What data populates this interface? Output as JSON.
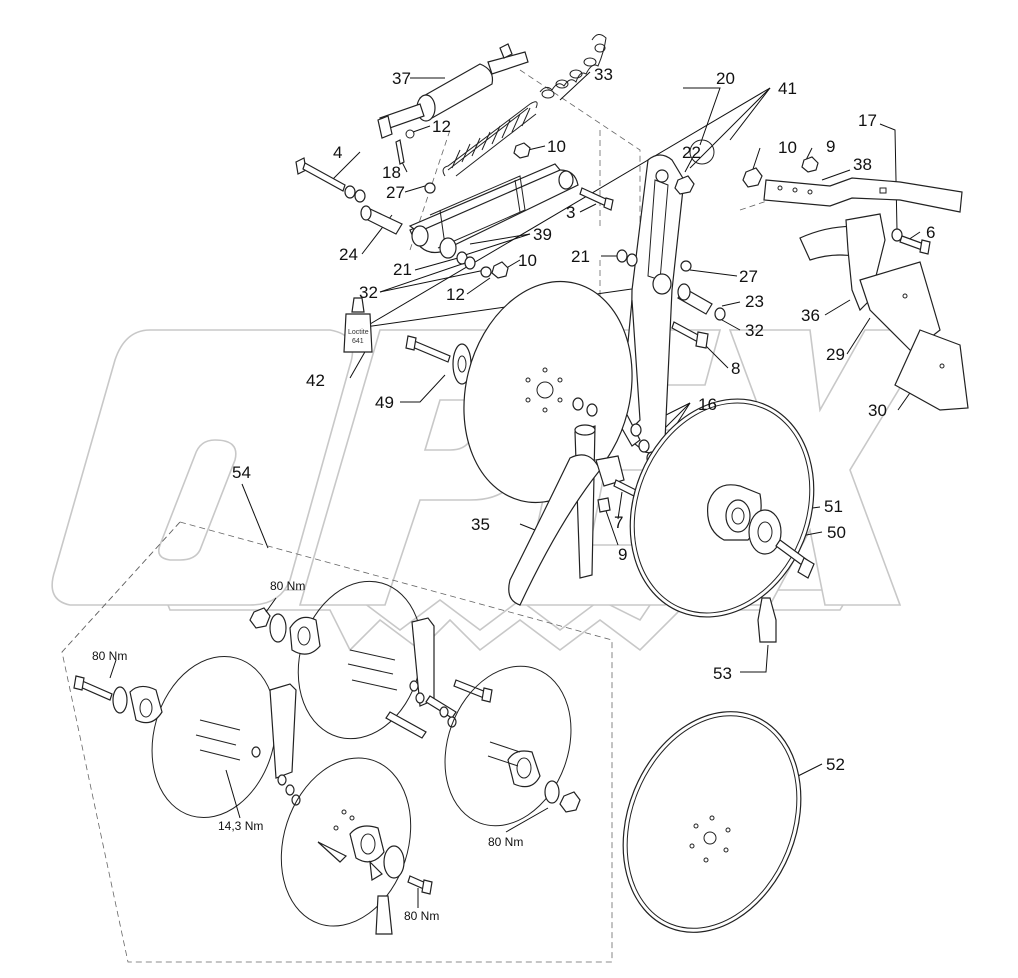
{
  "watermark": {
    "brand": "OPEX"
  },
  "corner_mark": "",
  "part_labels": {
    "p3": "3",
    "p4": "4",
    "p6": "6",
    "p7": "7",
    "p8": "8",
    "p9a": "9",
    "p9b": "9",
    "p10a": "10",
    "p10b": "10",
    "p10c": "10",
    "p12a": "12",
    "p12b": "12",
    "p16": "16",
    "p17": "17",
    "p18": "18",
    "p20": "20",
    "p21a": "21",
    "p21b": "21",
    "p22": "22",
    "p23": "23",
    "p24": "24",
    "p27a": "27",
    "p27b": "27",
    "p29": "29",
    "p30": "30",
    "p32a": "32",
    "p32b": "32",
    "p33": "33",
    "p35": "35",
    "p36": "36",
    "p37": "37",
    "p38": "38",
    "p39": "39",
    "p41": "41",
    "p42": "42",
    "p49": "49",
    "p50": "50",
    "p51": "51",
    "p52": "52",
    "p53": "53",
    "p54": "54"
  },
  "torques": {
    "t1": "80 Nm",
    "t2": "80 Nm",
    "t3": "14,3 Nm",
    "t4": "80 Nm",
    "t5": "80 Nm"
  },
  "bottle_text": {
    "line1": "Loctite",
    "line2": "641"
  }
}
